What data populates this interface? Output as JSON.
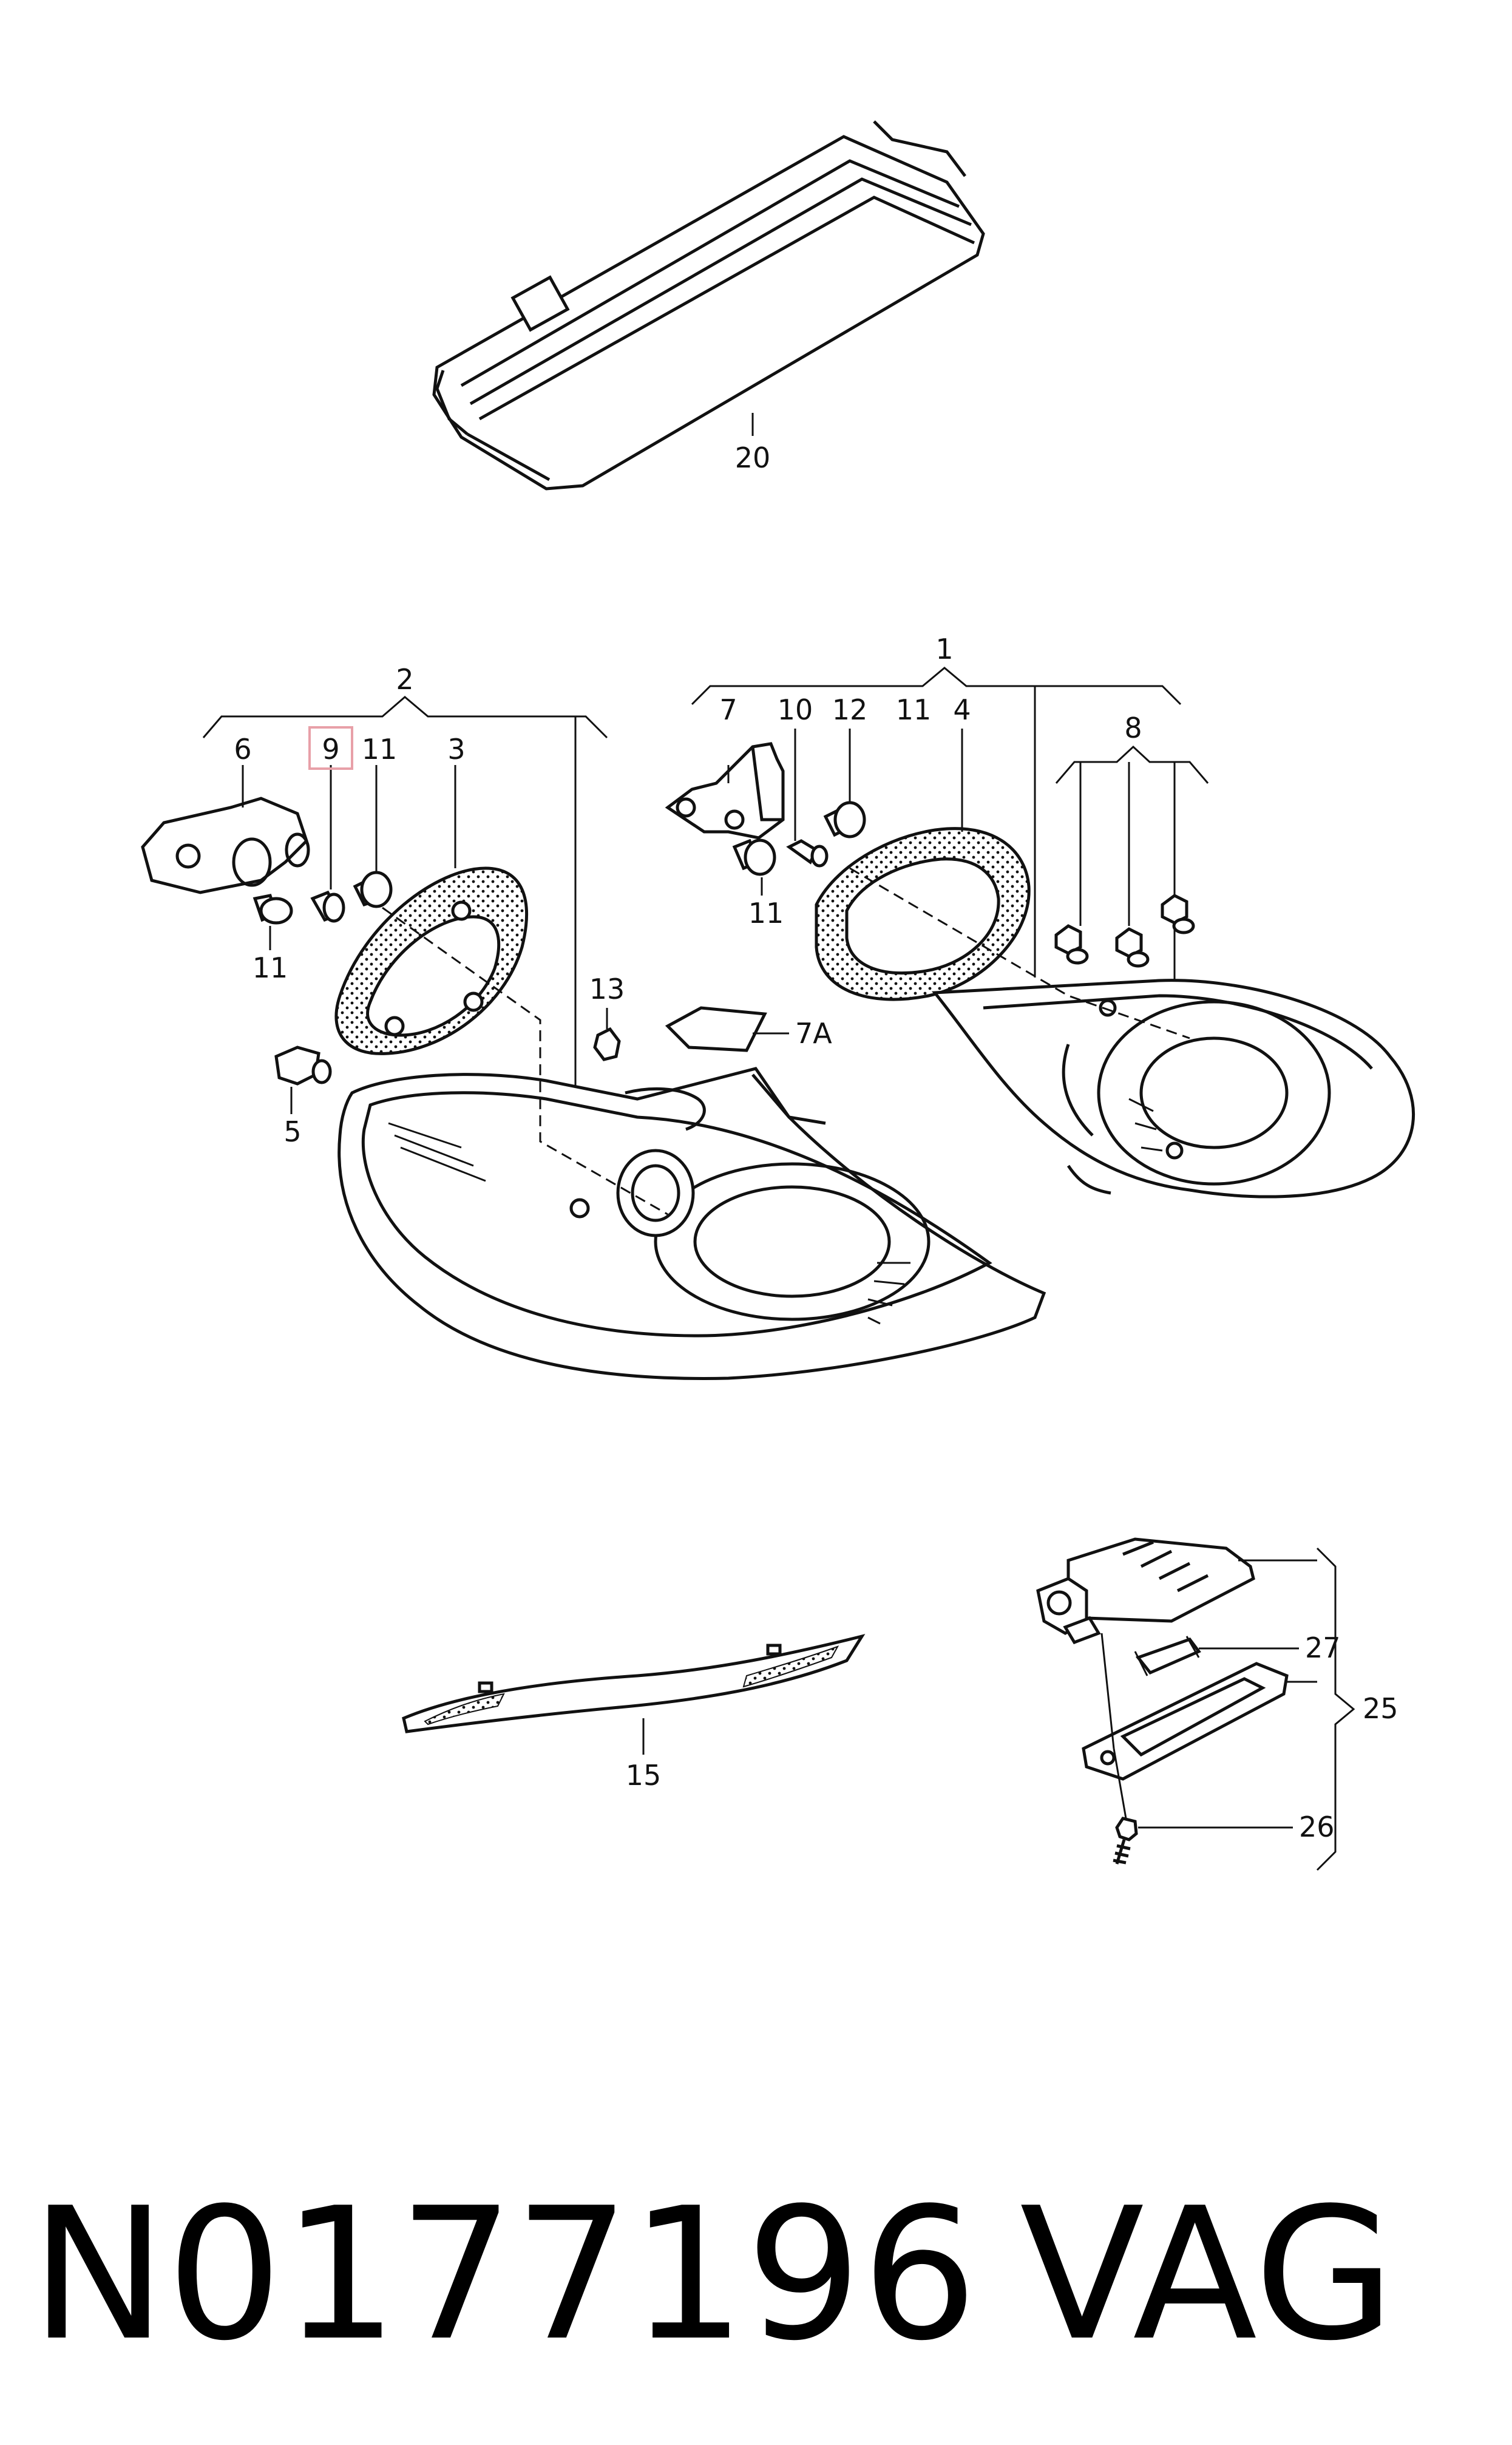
{
  "diagram": {
    "callouts": {
      "c1": "1",
      "c2": "2",
      "c3": "3",
      "c4": "4",
      "c5": "5",
      "c6": "6",
      "c7": "7",
      "c7a": "7A",
      "c8": "8",
      "c9": "9",
      "c10": "10",
      "c11a": "11",
      "c11b": "11",
      "c11c": "11",
      "c11d": "11",
      "c12": "12",
      "c13": "13",
      "c15": "15",
      "c20": "20",
      "c25": "25",
      "c26": "26",
      "c27": "27"
    },
    "highlight_color": "#e8a0a8"
  },
  "footer": {
    "part_number": "N0177196",
    "brand": "VAG"
  }
}
